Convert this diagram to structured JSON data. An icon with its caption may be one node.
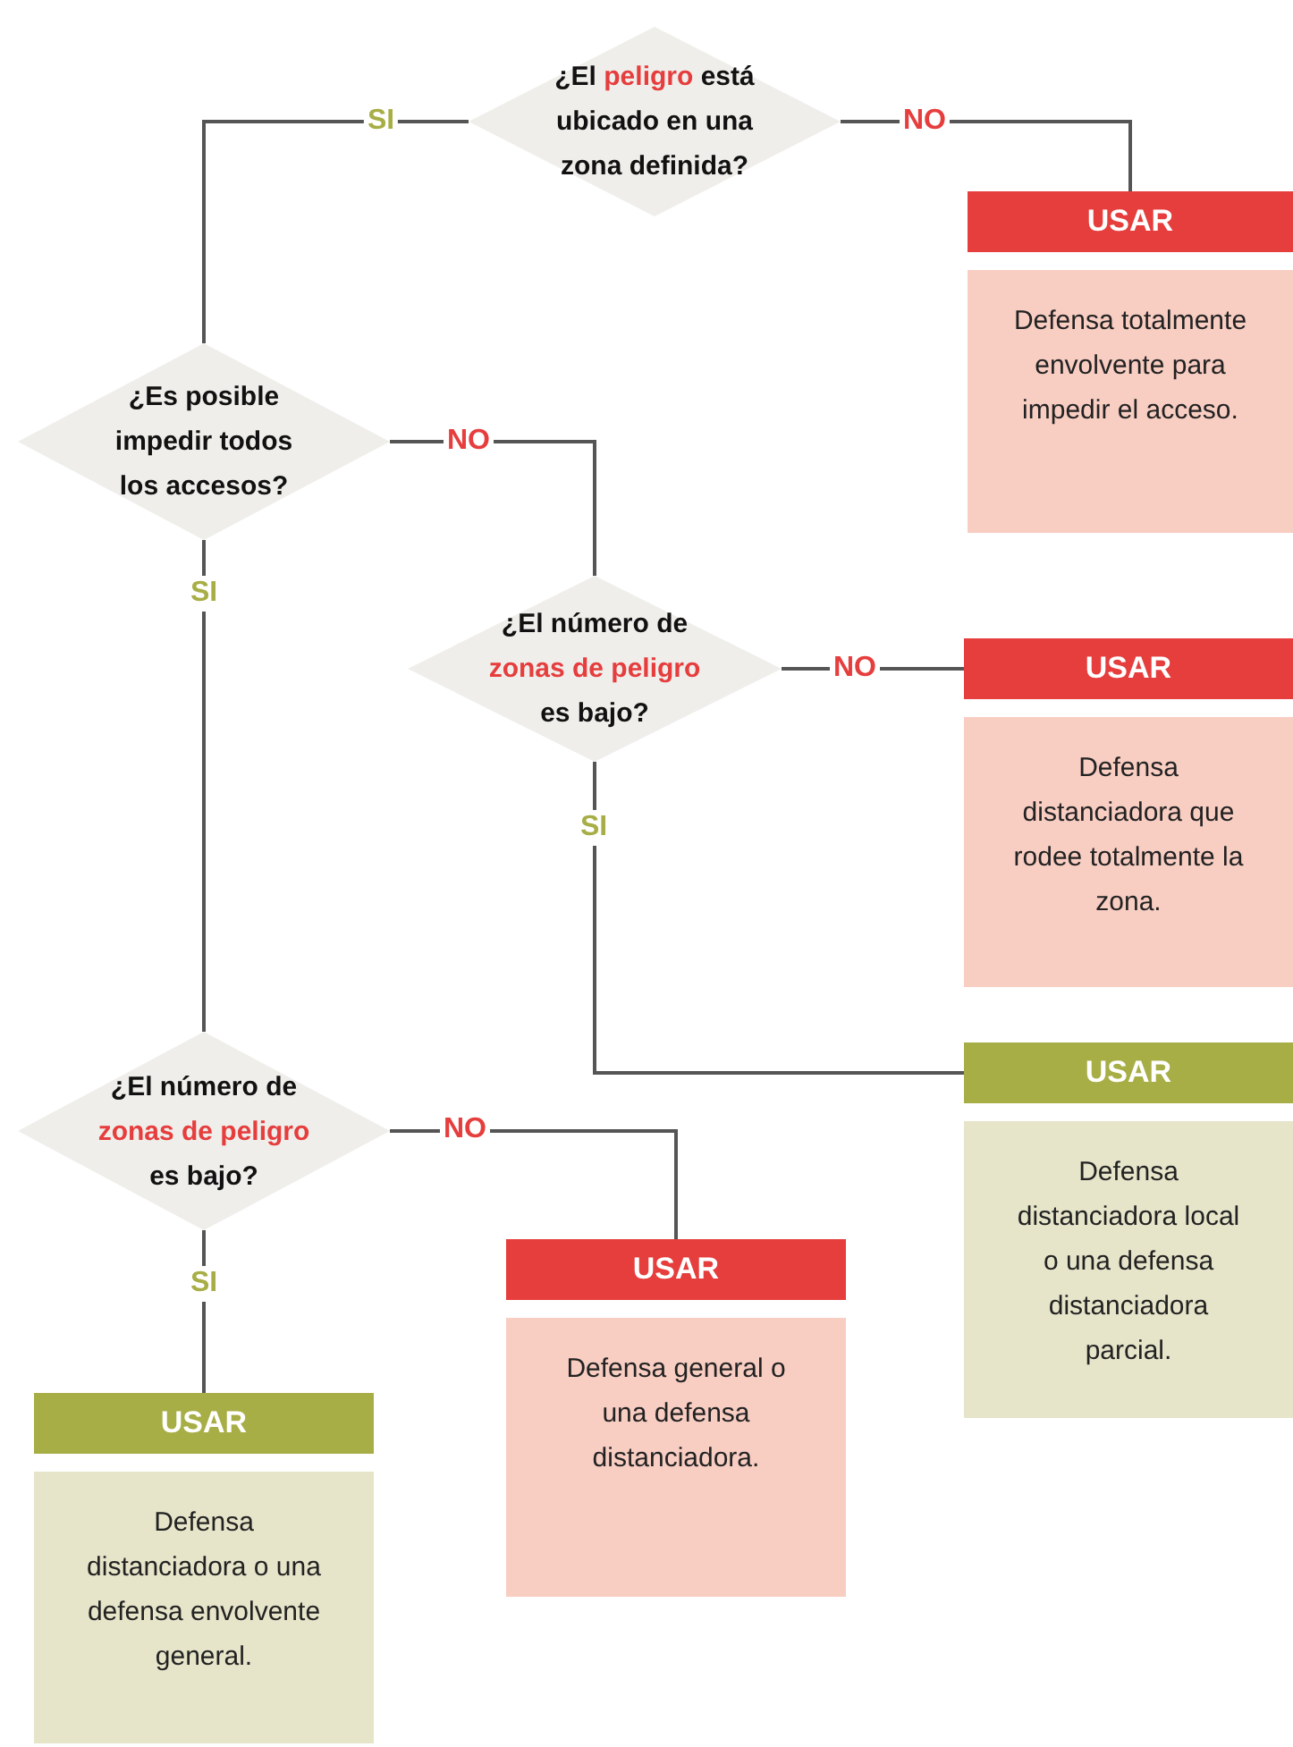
{
  "diagram": {
    "nodes": [
      {
        "text": [
          "¿El **peligro** está ubicado en una zona definida?"
        ]
      },
      {
        "text": [
          "USAR",
          "Defensa totalmente envolvente para impedir el acceso."
        ]
      },
      {
        "text": [
          "¿Es posible impedir todos los accesos?"
        ]
      },
      {
        "text": [
          "¿El número de **zonas de peligro** es bajo?"
        ]
      },
      {
        "text": [
          "USAR",
          "Defensa distanciadora que rodee totalmente la zona."
        ]
      },
      {
        "text": [
          "USAR",
          "Defensa distanciadora local o una defensa distanciadora parcial."
        ]
      },
      {
        "text": [
          "¿El número de **zonas de peligro** es bajo?"
        ]
      },
      {
        "text": [
          "USAR",
          "Defensa general o una defensa distanciadora."
        ]
      },
      {
        "text": [
          "USAR",
          "Defensa distanciadora o una defensa envolvente general."
        ]
      }
    ],
    "edges": [
      {
        "from": 0,
        "to": 2,
        "arrow": "none",
        "label": "SI"
      },
      {
        "from": 0,
        "to": 1,
        "arrow": "none",
        "label": "NO"
      },
      {
        "from": 2,
        "to": 3,
        "arrow": "none",
        "label": "NO"
      },
      {
        "from": 2,
        "to": 6,
        "arrow": "none",
        "label": "SI"
      },
      {
        "from": 3,
        "to": 4,
        "arrow": "none",
        "label": "NO"
      },
      {
        "from": 3,
        "to": 5,
        "arrow": "none",
        "label": "SI"
      },
      {
        "from": 6,
        "to": 7,
        "arrow": "none",
        "label": "NO"
      },
      {
        "from": 6,
        "to": 8,
        "arrow": "none",
        "label": "SI"
      }
    ]
  }
}
